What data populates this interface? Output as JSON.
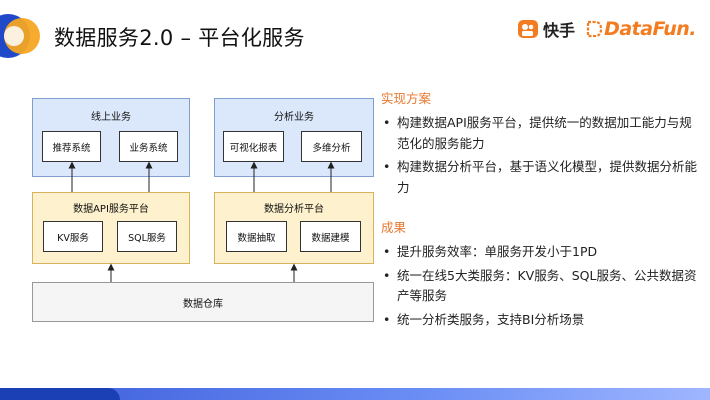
{
  "header": {
    "title": "数据服务2.0 – 平台化服务",
    "brand_kuaishou": "快手",
    "brand_datafun": "DataFun."
  },
  "diagram": {
    "online": {
      "title": "线上业务",
      "items": [
        "推荐系统",
        "业务系统"
      ]
    },
    "analysis": {
      "title": "分析业务",
      "items": [
        "可视化报表",
        "多维分析"
      ]
    },
    "api_platform": {
      "title": "数据API服务平台",
      "items": [
        "KV服务",
        "SQL服务"
      ]
    },
    "analysis_platform": {
      "title": "数据分析平台",
      "items": [
        "数据抽取",
        "数据建模"
      ]
    },
    "warehouse": {
      "title": "数据仓库"
    }
  },
  "panel": {
    "section1": {
      "title": "实现方案",
      "bullets": [
        "构建数据API服务平台，提供统一的数据加工能力与规范化的服务能力",
        "构建数据分析平台，基于语义化模型，提供数据分析能力"
      ]
    },
    "section2": {
      "title": "成果",
      "bullets": [
        "提升服务效率：单服务开发小于1PD",
        "统一在线5大类服务：KV服务、SQL服务、公共数据资产等服务",
        "统一分析类服务，支持BI分析场景"
      ]
    }
  },
  "colors": {
    "accent": "#e8772e",
    "blue_fill": "#dbe8fb",
    "yellow_fill": "#fdf2cd",
    "brand_orange": "#f47c20",
    "brand_blue": "#3a5bd9"
  }
}
